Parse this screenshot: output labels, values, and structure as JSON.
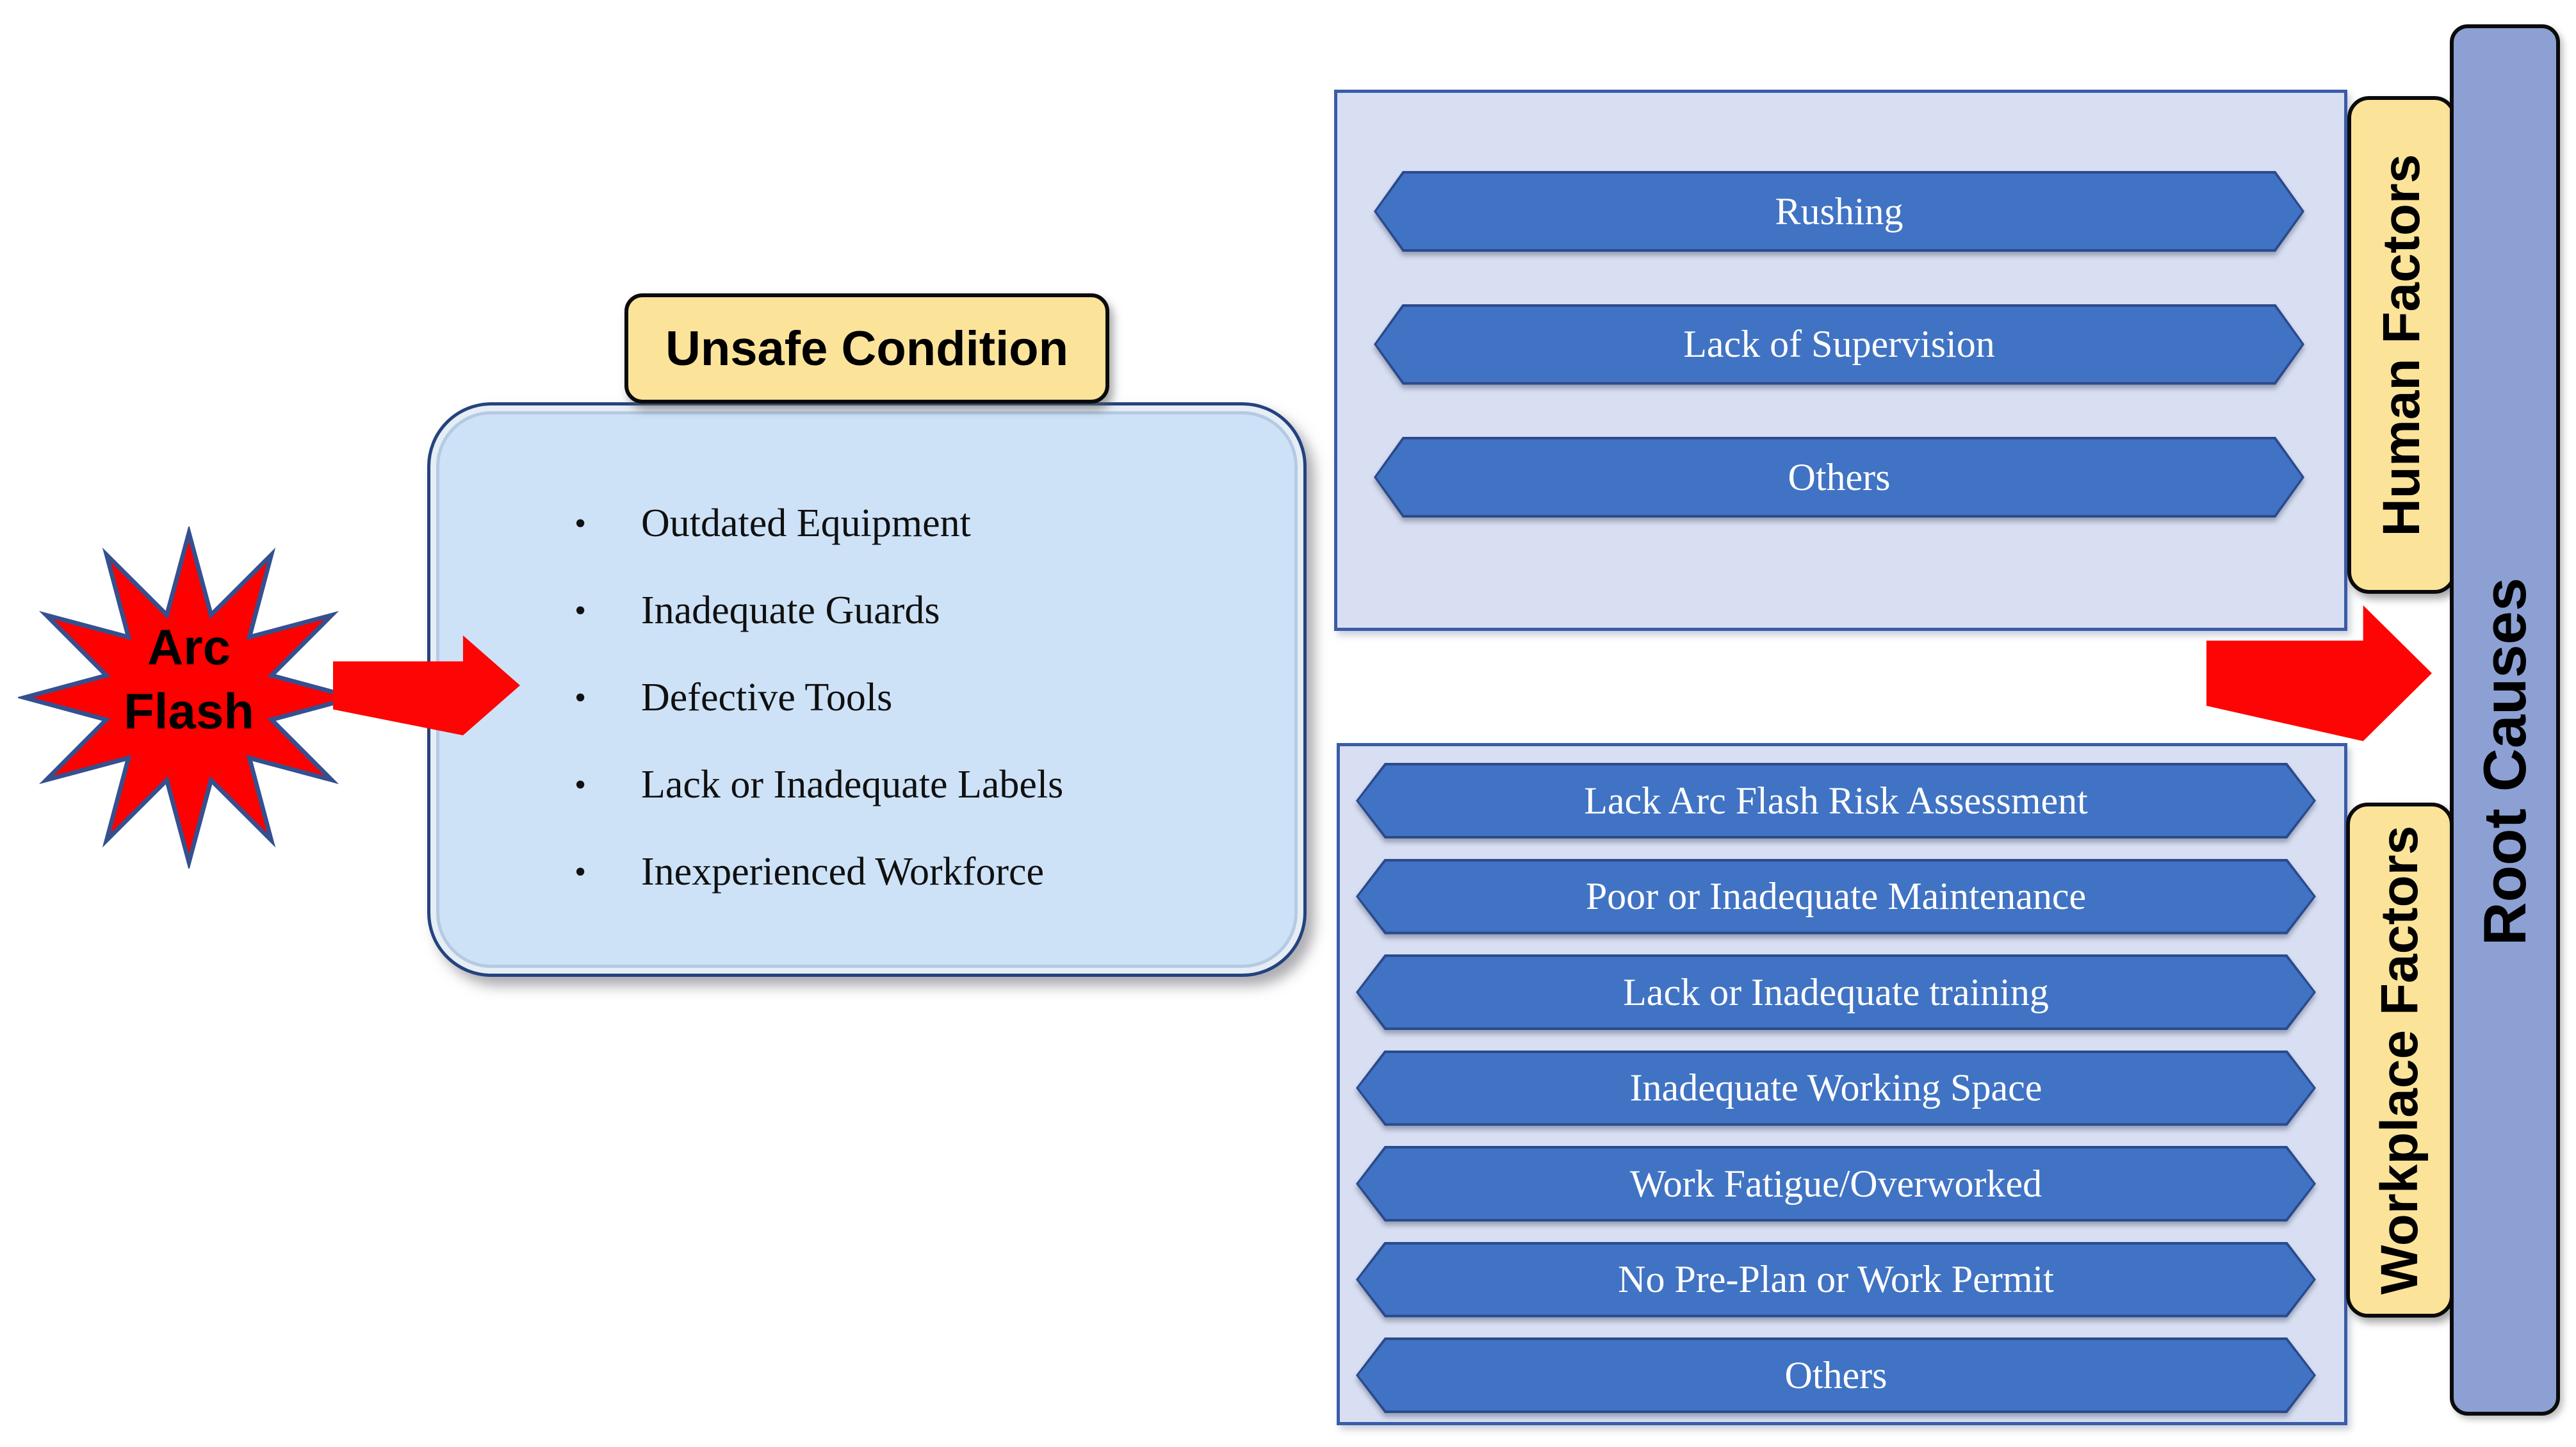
{
  "arc_flash": {
    "line1": "Arc",
    "line2": "Flash"
  },
  "unsafe_condition": {
    "title": "Unsafe Condition",
    "bullet": "•",
    "items": [
      "Outdated Equipment",
      "Inadequate Guards",
      "Defective Tools",
      "Lack or Inadequate Labels",
      "Inexperienced Workforce"
    ]
  },
  "human_factors": {
    "label": "Human Factors",
    "items": [
      "Rushing",
      "Lack of Supervision",
      "Others"
    ]
  },
  "workplace_factors": {
    "label": "Workplace Factors",
    "items": [
      "Lack Arc Flash Risk Assessment",
      "Poor or Inadequate Maintenance",
      "Lack or Inadequate training",
      "Inadequate Working Space",
      "Work Fatigue/Overworked",
      "No Pre-Plan or Work Permit",
      "Others"
    ]
  },
  "root_causes": {
    "label": "Root Causes"
  },
  "colors": {
    "arrow_red": "#fe0505",
    "star_red": "#ff0000",
    "star_outline": "#35508f",
    "label_yellow": "#fbe49a",
    "panel_bg": "#d9dff2",
    "panel_border": "#3a5ca8",
    "hexbar_fill": "#4173c4",
    "hexbar_border": "#2b4a8c",
    "unsafe_box_bg": "#cde2f7",
    "unsafe_box_border": "#24427e",
    "root_bar_fill": "#8ca0d3"
  }
}
